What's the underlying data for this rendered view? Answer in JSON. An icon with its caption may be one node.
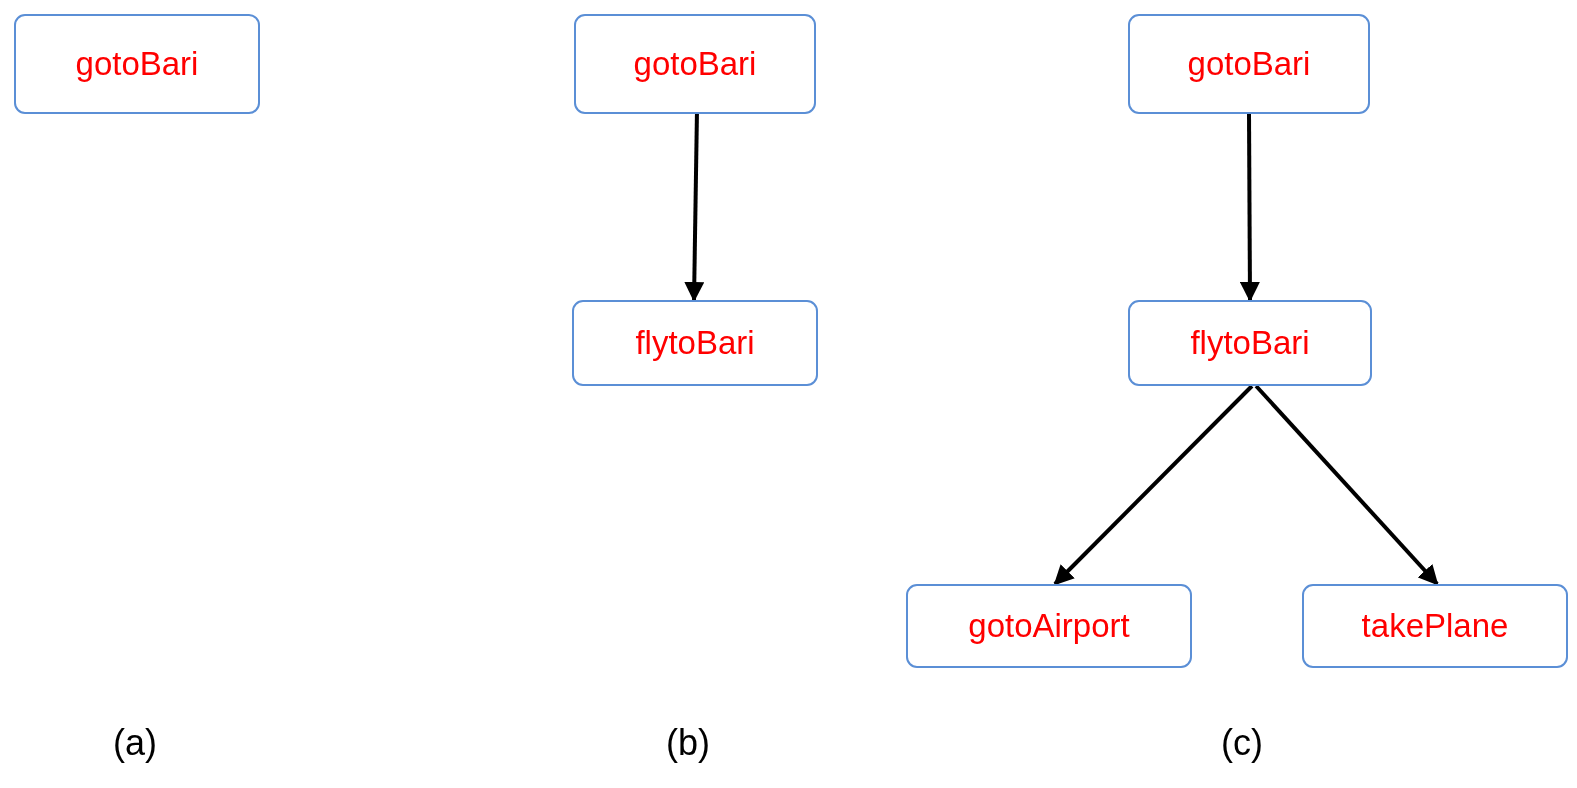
{
  "diagram": {
    "nodes": [
      {
        "text": [
          "gotoBari"
        ]
      },
      {
        "text": [
          "gotoBari"
        ]
      },
      {
        "text": [
          "flytoBari"
        ]
      },
      {
        "text": [
          "gotoBari"
        ]
      },
      {
        "text": [
          "flytoBari"
        ]
      },
      {
        "text": [
          "gotoAirport"
        ]
      },
      {
        "text": [
          "takePlane"
        ]
      }
    ],
    "edges": [
      {
        "from": 1,
        "to": 2,
        "arrow": "to"
      },
      {
        "from": 3,
        "to": 4,
        "arrow": "to"
      },
      {
        "from": 4,
        "to": 5,
        "arrow": "to"
      },
      {
        "from": 4,
        "to": 6,
        "arrow": "to"
      }
    ],
    "labels": [
      "(a)",
      "(b)",
      "(c)"
    ]
  }
}
